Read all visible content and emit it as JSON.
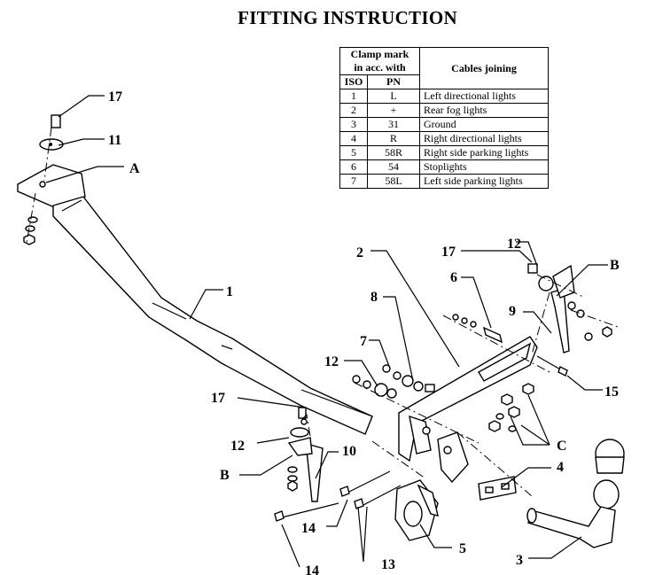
{
  "title": "FITTING INSTRUCTION",
  "table": {
    "header_clamp": "Clamp mark\nin acc. with",
    "header_clamp_line1": "Clamp mark",
    "header_clamp_line2": "in acc. with",
    "header_cables": "Cables joining",
    "header_iso": "ISO",
    "header_pn": "PN",
    "rows": [
      {
        "iso": "1",
        "pn": "L",
        "cable": "Left directional lights"
      },
      {
        "iso": "2",
        "pn": "+",
        "cable": "Rear fog lights"
      },
      {
        "iso": "3",
        "pn": "31",
        "cable": "Ground"
      },
      {
        "iso": "4",
        "pn": "R",
        "cable": "Right directional lights"
      },
      {
        "iso": "5",
        "pn": "58R",
        "cable": "Right side parking lights"
      },
      {
        "iso": "6",
        "pn": "54",
        "cable": "Stoplights"
      },
      {
        "iso": "7",
        "pn": "58L",
        "cable": "Left side parking lights"
      }
    ]
  },
  "labels": {
    "l17a": "17",
    "l11": "11",
    "lA": "A",
    "l1": "1",
    "l17b": "17",
    "l12a": "12",
    "lB1": "B",
    "l10": "10",
    "l14a": "14",
    "l14b": "14",
    "l13": "13",
    "l5": "5",
    "l3": "3",
    "l4": "4",
    "lC": "C",
    "l15": "15",
    "l9": "9",
    "lB2": "B",
    "l12b": "12",
    "l17c": "17",
    "l6": "6",
    "l2": "2",
    "l8": "8",
    "l7": "7",
    "l12c": "12"
  }
}
